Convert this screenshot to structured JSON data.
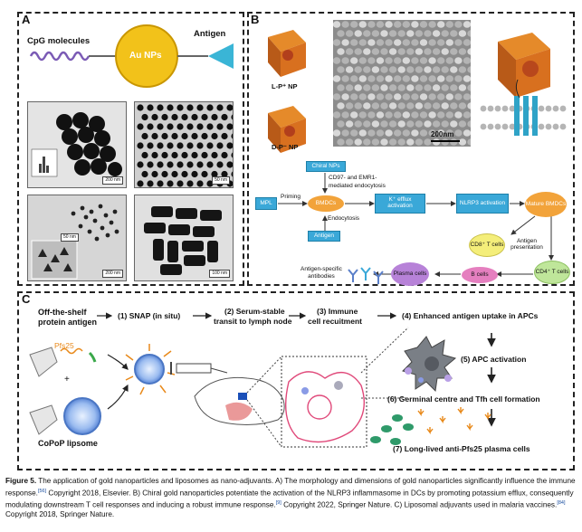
{
  "panelA": {
    "label": "A",
    "cpg": "CpG molecules",
    "au": "Au NPs",
    "antigen": "Antigen",
    "scale_tl": "200 nm",
    "scale_tr": "50 nm",
    "scale_bl_inset": "50 nm",
    "scale_bl": "200 nm",
    "scale_br": "100 nm"
  },
  "panelB": {
    "label": "B",
    "lnp": "L-P⁺ NP",
    "dnp": "D-P⁻ NP",
    "scale": "200nm",
    "chiral": "Chiral NPs",
    "cd97": "CD97- and EMR1-",
    "mediated": "mediated endocytosis",
    "mpl": "MPL",
    "priming": "Priming",
    "bmdcs": "BMDCs",
    "kefflux": "K⁺ efflux activation",
    "nlrp3": "NLRP3 activation",
    "mature": "Mature BMDCs",
    "endocytosis": "Endocytosis",
    "antigen": "Antigen",
    "cd8": "CD8⁺ T cells",
    "presentation": "Antigen presentation",
    "cd4": "CD4⁺ T cells",
    "bcells": "B cells",
    "plasma": "Plasma cells",
    "antibodies": "Antigen-specific antibodies"
  },
  "panelC": {
    "label": "C",
    "offshelf": "Off-the-shelf",
    "protein": "protein antigen",
    "pfs25": "Pfs25",
    "plus": "+",
    "copop": "CoPoP lipsome",
    "step1": "(1) SNAP (in situ)",
    "step2a": "(2) Serum-stable",
    "step2b": "transit to lymph node",
    "step3a": "(3) Immune",
    "step3b": "cell recuitment",
    "step4": "(4) Enhanced antigen uptake in APCs",
    "step5": "(5) APC activation",
    "step6": "(6) Germinal centre and Tfh cell formation",
    "step7": "(7) Long-lived anti-Pfs25 plasma cells"
  },
  "caption": {
    "fig": "Figure 5.",
    "p1": " The application of gold nanoparticles and liposomes as nano-adjuvants. A) The morphology and dimensions of gold nanoparticles significantly influence the immune response.",
    "r1": "[56]",
    "p2": " Copyright 2018, Elsevier. B) Chiral gold nanoparticles potentiate the activation of the NLRP3 inflammasome in DCs by promoting potassium efflux, consequently modulating downstream T cell responses and inducing a robust immune response.",
    "r2": "[9]",
    "p3": " Copyright 2022, Springer Nature. C) Liposomal adjuvants used in malaria vaccines.",
    "r3": "[84]",
    "p4": " Copyright 2018, Springer Nature."
  }
}
